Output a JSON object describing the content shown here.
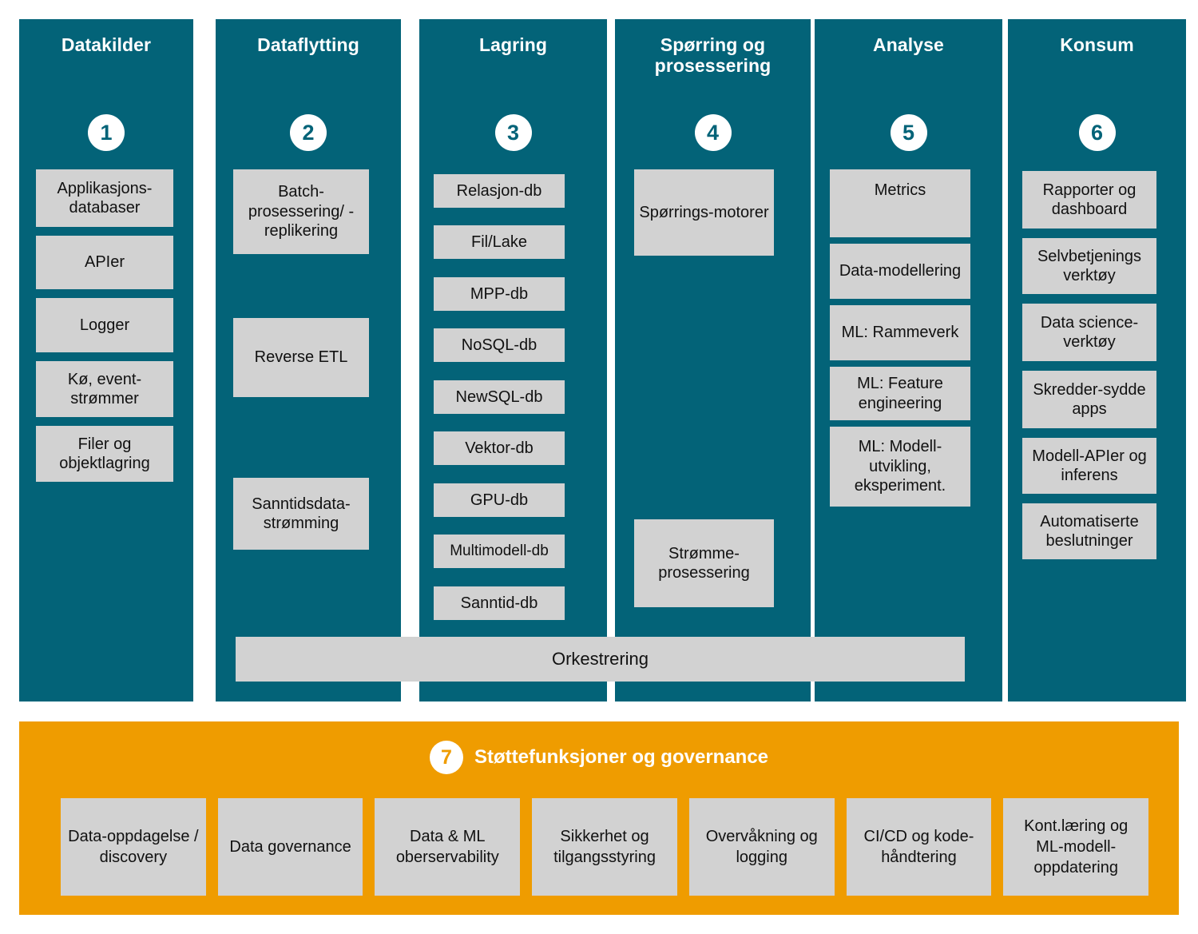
{
  "diagram": {
    "colors": {
      "column_teal": "#036378",
      "tile_grey": "#d2d2d2",
      "support_orange": "#ef9c00",
      "text_light": "#ffffff",
      "text_dark": "#111111"
    },
    "columns": [
      {
        "number": "1",
        "title": "Datakilder",
        "items": [
          "Applikasjons-databaser",
          "APIer",
          "Logger",
          "Kø, event-strømmer",
          "Filer og objektlagring"
        ]
      },
      {
        "number": "2",
        "title": "Dataflytting",
        "items": [
          "Batch-prosessering/ -replikering",
          "Reverse ETL",
          "Sanntidsdata-strømming"
        ]
      },
      {
        "number": "3",
        "title": "Lagring",
        "items": [
          "Relasjon-db",
          "Fil/Lake",
          "MPP-db",
          "NoSQL-db",
          "NewSQL-db",
          "Vektor-db",
          "GPU-db",
          "Multimodell-db",
          "Sanntid-db"
        ]
      },
      {
        "number": "4",
        "title": "Spørring og prosessering",
        "items": [
          "Spørrings-motorer",
          "Strømme-prosessering"
        ]
      },
      {
        "number": "5",
        "title": "Analyse",
        "items": [
          "Metrics",
          "Data-modellering",
          "ML: Rammeverk",
          "ML: Feature engineering",
          "ML: Modell-utvikling, eksperiment."
        ]
      },
      {
        "number": "6",
        "title": "Konsum",
        "items": [
          "Rapporter og dashboard",
          "Selvbetjenings verktøy",
          "Data science-verktøy",
          "Skredder-sydde apps",
          "Modell-APIer og inferens",
          "Automatiserte beslutninger"
        ]
      }
    ],
    "orchestration": {
      "label": "Orkestrering"
    },
    "support": {
      "number": "7",
      "title": "Støttefunksjoner og governance",
      "items": [
        "Data-oppdagelse / discovery",
        "Data governance",
        "Data & ML oberservability",
        "Sikkerhet og tilgangsstyring",
        "Overvåkning og logging",
        "CI/CD og kode-håndtering",
        "Kont.læring og ML-modell-oppdatering"
      ]
    }
  }
}
